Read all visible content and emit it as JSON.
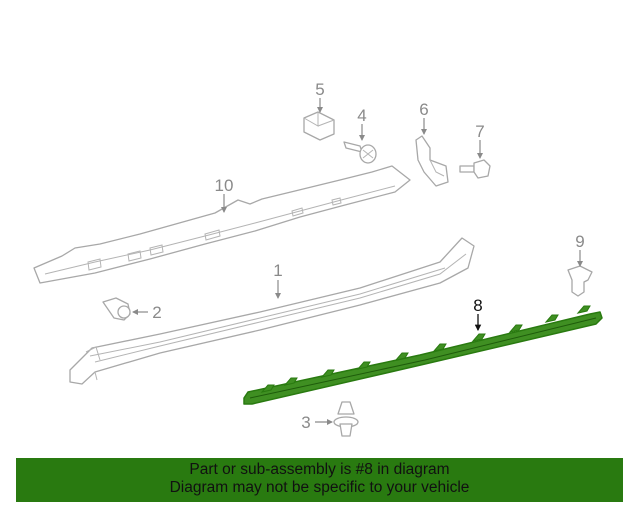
{
  "diagram": {
    "callouts": [
      "1",
      "2",
      "3",
      "4",
      "5",
      "6",
      "7",
      "8",
      "9",
      "10"
    ],
    "selected": "8",
    "colors": {
      "highlight": "#297a10",
      "highlight_fill": "#3f8f22",
      "part_stroke": "#a8a8a8",
      "label": "#8a8a8a"
    }
  },
  "banner": {
    "line1": "Part or sub-assembly is #8 in diagram",
    "line2": "Diagram may not be specific to your vehicle"
  }
}
